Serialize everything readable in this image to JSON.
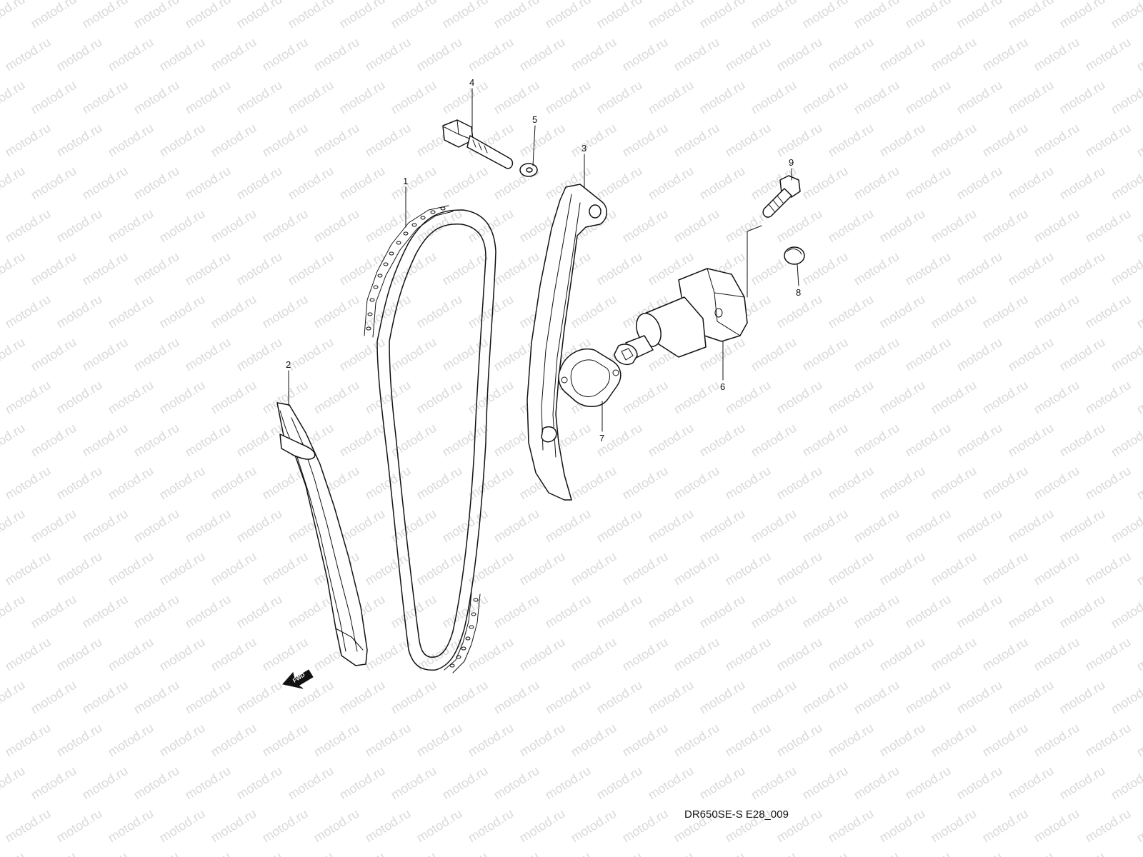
{
  "watermark": "motod.ru",
  "diagram_code": "DR650SE-S E28_009",
  "direction_arrow_label": "FWD",
  "parts": [
    {
      "ref": "1",
      "part": "cam-chain"
    },
    {
      "ref": "2",
      "part": "chain-guide"
    },
    {
      "ref": "3",
      "part": "chain-tensioner-guide"
    },
    {
      "ref": "4",
      "part": "tensioner-guide-bolt"
    },
    {
      "ref": "5",
      "part": "washer"
    },
    {
      "ref": "6",
      "part": "chain-tensioner-adjuster"
    },
    {
      "ref": "7",
      "part": "tensioner-gasket"
    },
    {
      "ref": "8",
      "part": "cap"
    },
    {
      "ref": "9",
      "part": "adjuster-bolt"
    }
  ]
}
